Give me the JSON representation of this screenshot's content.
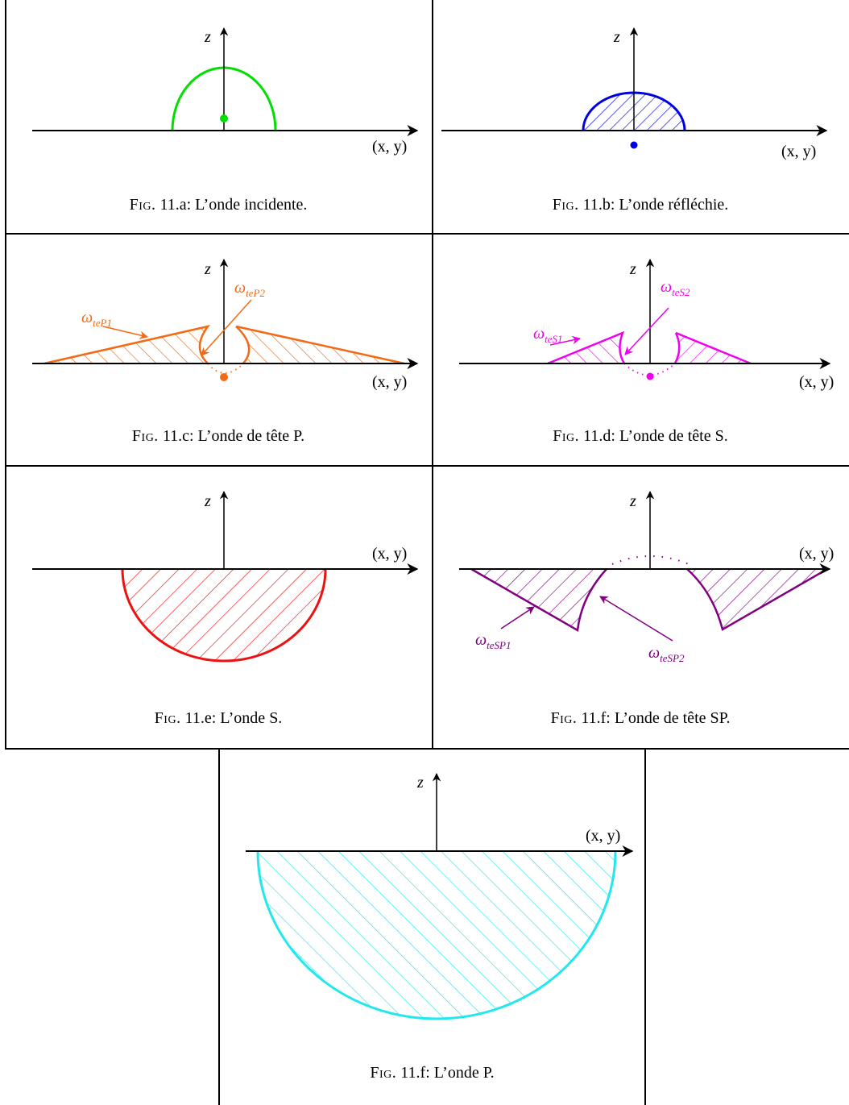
{
  "axes": {
    "z": "z",
    "xy": "(x, y)"
  },
  "figures": [
    {
      "prefix": "Fig.",
      "caption": "11.a: L’onde incidente.",
      "color": "#00e000"
    },
    {
      "prefix": "Fig.",
      "caption": "11.b: L’onde réfléchie.",
      "color": "#0000e0"
    },
    {
      "prefix": "Fig.",
      "caption": "11.c: L’onde de tête P.",
      "color": "#f26a14",
      "labels": {
        "l1": "ω",
        "l1sub": "teP1",
        "l2": "ω",
        "l2sub": "teP2"
      }
    },
    {
      "prefix": "Fig.",
      "caption": "11.d: L’onde de tête S.",
      "color": "#f000f0",
      "labels": {
        "l1": "ω",
        "l1sub": "teS1",
        "l2": "ω",
        "l2sub": "teS2"
      }
    },
    {
      "prefix": "Fig.",
      "caption": "11.e: L’onde S.",
      "color": "#ee1111"
    },
    {
      "prefix": "Fig.",
      "caption": "11.f: L’onde de tête SP.",
      "color": "#800080",
      "labels": {
        "l1": "ω",
        "l1sub": "teSP1",
        "l2": "ω",
        "l2sub": "teSP2"
      }
    },
    {
      "prefix": "Fig.",
      "caption": "11.f: L’onde P.",
      "color": "#22e8ee"
    }
  ]
}
